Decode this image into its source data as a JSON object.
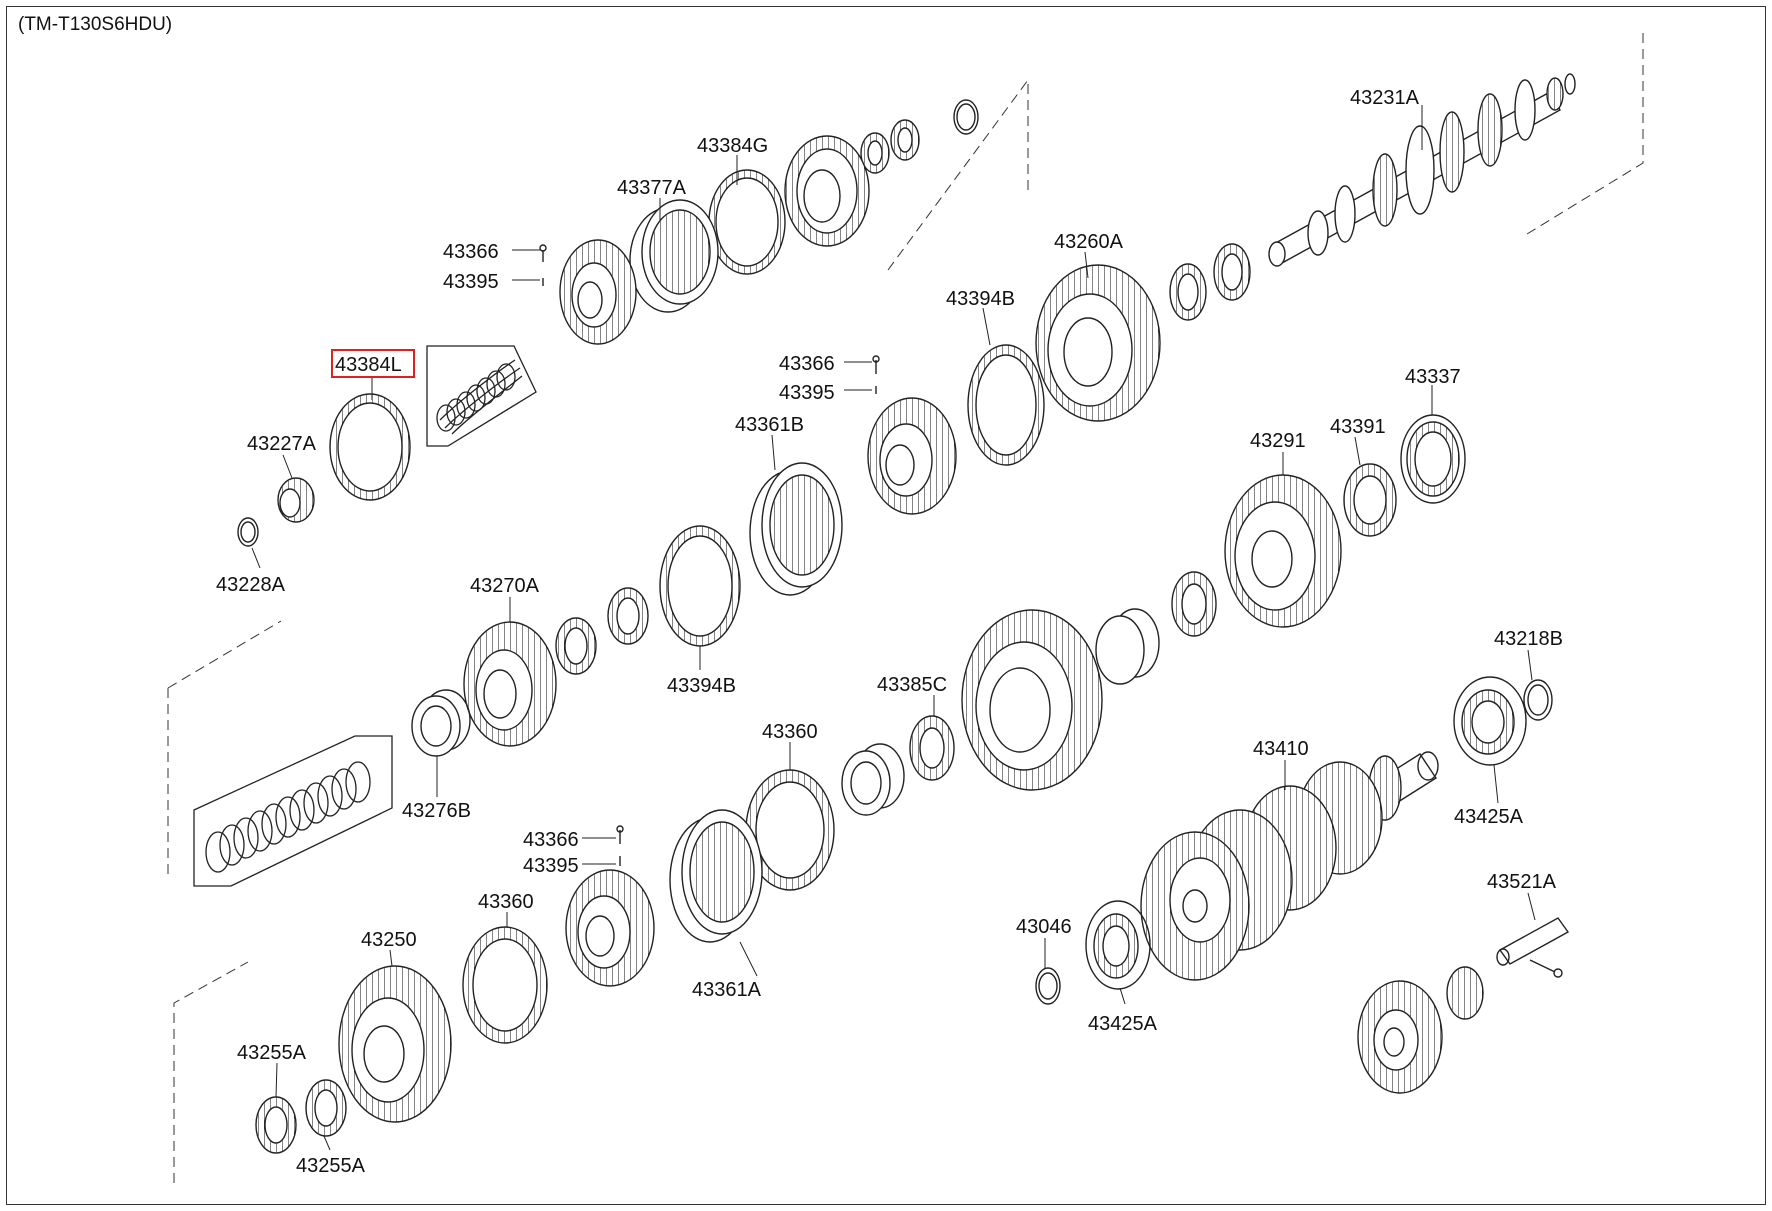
{
  "diagram": {
    "code": "(TM-T130S6HDU)",
    "highlighted_part": "43384L",
    "highlight_color": "#e0201c",
    "line_color": "#222222"
  },
  "labels": {
    "p43231A": "43231A",
    "p43384G": "43384G",
    "p43377A": "43377A",
    "p43366_top": "43366",
    "p43395_top": "43395",
    "p43384L": "43384L",
    "p43227A": "43227A",
    "p43228A": "43228A",
    "p43260A": "43260A",
    "p43394B_top": "43394B",
    "p43366_mid": "43366",
    "p43395_mid": "43395",
    "p43361B": "43361B",
    "p43337": "43337",
    "p43291": "43291",
    "p43391": "43391",
    "p43270A": "43270A",
    "p43394B_low": "43394B",
    "p43385C": "43385C",
    "p43218B": "43218B",
    "p43276B": "43276B",
    "p43360_mid": "43360",
    "p43410": "43410",
    "p43425A_right": "43425A",
    "p43366_low": "43366",
    "p43395_low": "43395",
    "p43360_low": "43360",
    "p43250": "43250",
    "p43361A": "43361A",
    "p43046": "43046",
    "p43425A_low": "43425A",
    "p43521A": "43521A",
    "p43255A_top": "43255A",
    "p43255A_low": "43255A"
  }
}
